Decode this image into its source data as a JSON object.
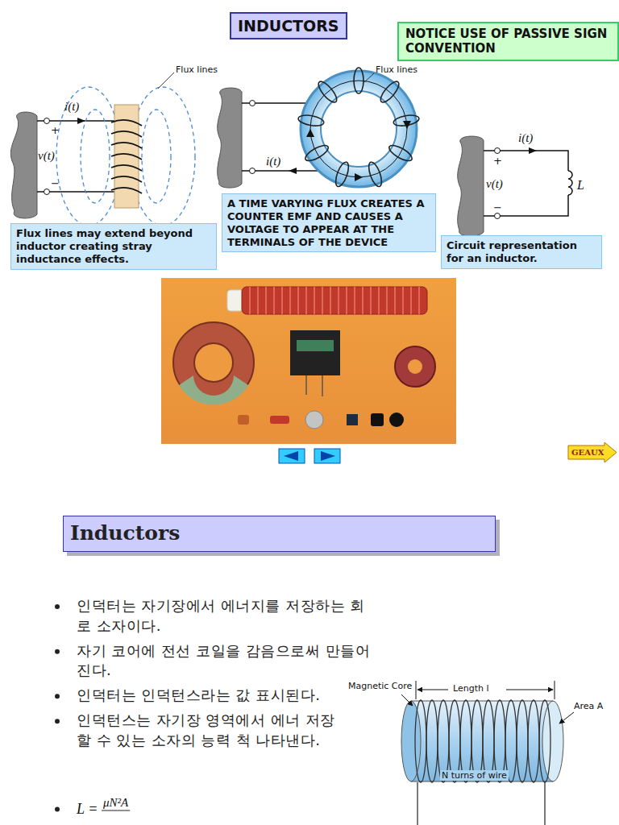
{
  "diagram": {
    "title": "INDUCTORS",
    "nodes": [
      {
        "text": [
          "NOTICE USE OF PASSIVE SIGN CONVENTION"
        ]
      },
      {
        "text": [
          "Flux lines may extend beyond inductor creating stray inductance effects."
        ]
      },
      {
        "text": [
          "A TIME VARYING FLUX CREATES A COUNTER EMF AND CAUSES A VOLTAGE TO APPEAR AT THE TERMINALS OF THE DEVICE"
        ]
      },
      {
        "text": [
          "Circuit representation for an inductor."
        ]
      },
      {
        "text": [
          "GEAUX"
        ]
      },
      {
        "text": [
          "Inductors"
        ]
      }
    ],
    "labels": [
      "Flux lines",
      "i(t)",
      "+",
      "v(t)",
      "−",
      "Flux lines",
      "i(t)",
      "i(t)",
      "+",
      "v(t)",
      "−",
      "L",
      "인덕터는 자기장에서 에너지를 저장하는 회로 소자이다.",
      "자기 코어에 전선 코일을 감음으로써 만들어진다.",
      "인덕터는 인덕턴스라는 값 표시된다.",
      "인덕턴스는 자기장 영역에서 에너 저장할 수 있는 소자의 능력 척 나타낸다.",
      "L =",
      "μN²A",
      "Magnetic Core",
      "Length l",
      "Area A",
      "N turns of wire"
    ]
  }
}
